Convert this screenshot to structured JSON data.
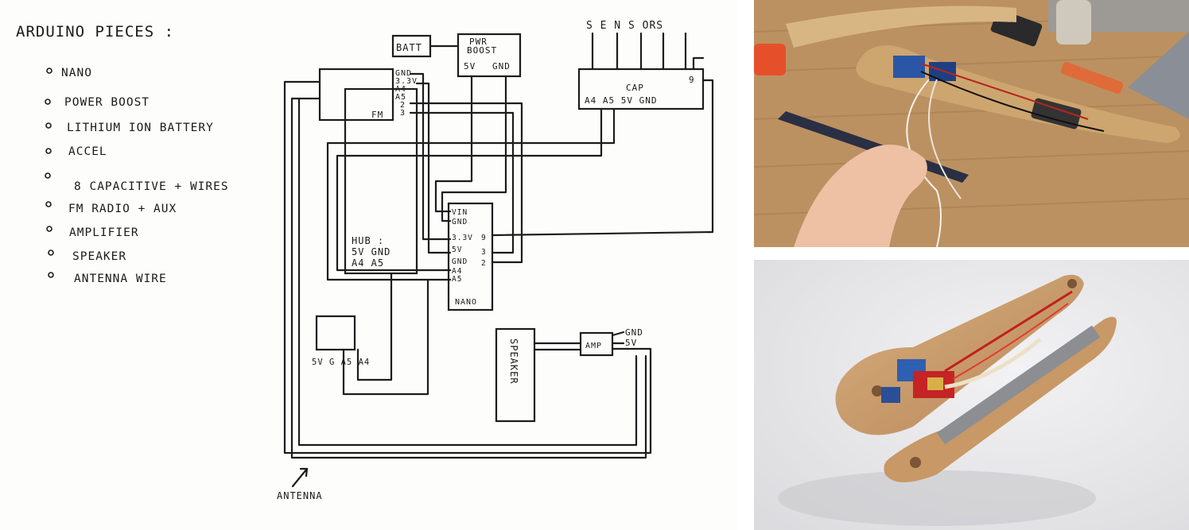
{
  "title": "ARDUINO PIECES :",
  "parts_list": [
    "NANO",
    "POWER BOOST",
    "LITHIUM ION BATTERY",
    "ACCEL",
    "8 CAPACITIVE + WIRES",
    "FM RADIO + AUX",
    "AMPLIFIER",
    "SPEAKER",
    "ANTENNA WIRE"
  ],
  "components": {
    "batt": "BATT",
    "pwr_boost": {
      "label1": "PWR",
      "label2": "BOOST",
      "pin_5v": "5V",
      "pin_gnd": "GND"
    },
    "fm": {
      "label": "FM",
      "pins": [
        "GND",
        "3.3V",
        "A4",
        "A5",
        "2",
        "3"
      ]
    },
    "sensors": {
      "label": "S E N S ORS"
    },
    "cap": {
      "label": "CAP",
      "pins": "A4 A5 5V GND",
      "pin_9": "9"
    },
    "hub": {
      "line1": "HUB :",
      "line2": "5V GND",
      "line3": "A4 A5"
    },
    "nano": {
      "label": "NANO",
      "left_pins": [
        "VIN",
        "GND",
        "3.3V",
        "5V",
        "GND",
        "A4",
        "A5"
      ],
      "right_pins": [
        "9",
        "3",
        "2"
      ]
    },
    "accel": {
      "pins": "5V G A5 A4"
    },
    "speaker": {
      "label": "SPEAKER"
    },
    "amp": {
      "label": "AMP",
      "pin_gnd": "GND",
      "pin_5v": "5V"
    },
    "antenna": "ANTENNA"
  }
}
